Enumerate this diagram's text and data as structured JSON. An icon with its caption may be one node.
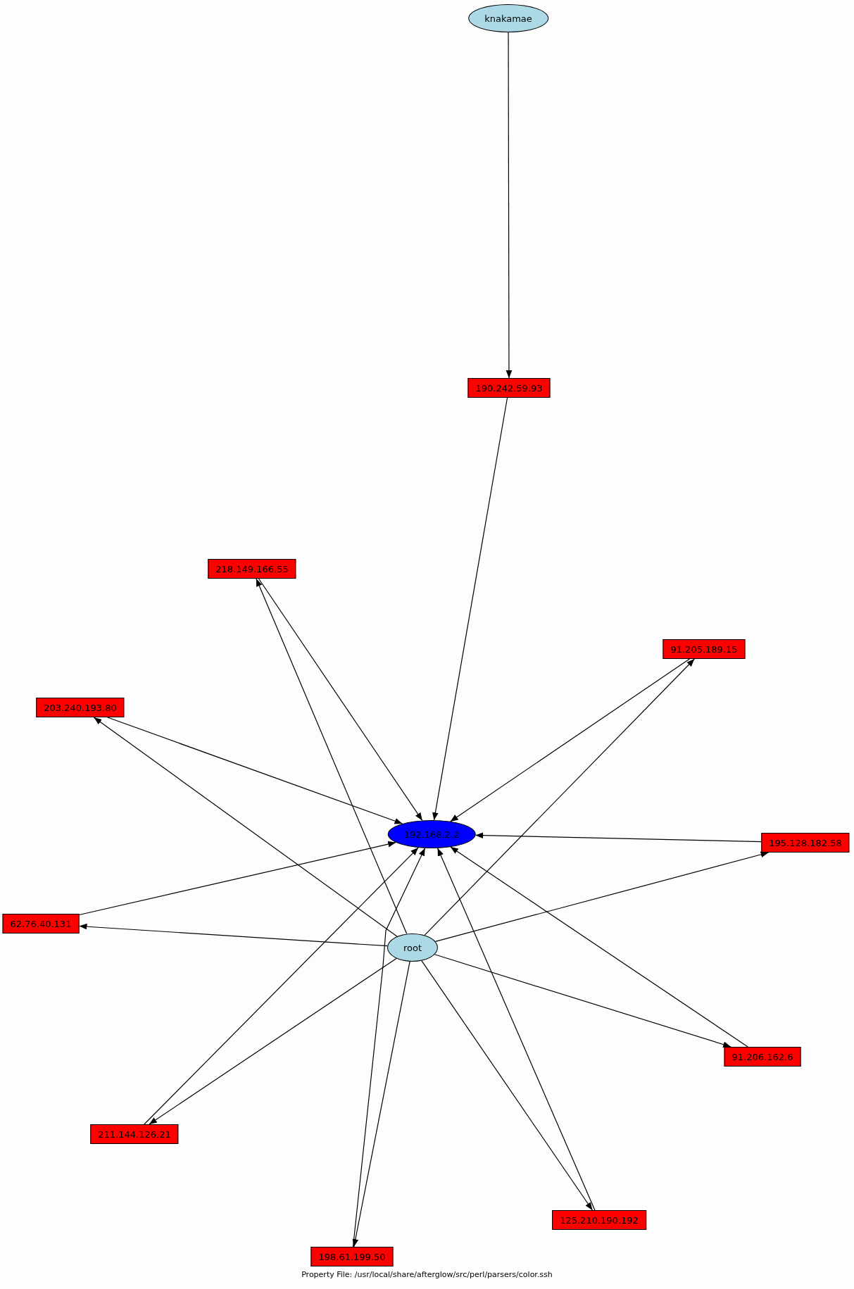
{
  "diagram": {
    "caption": "Property File: /usr/local/share/afterglow/src/perl/parsers/color.ssh",
    "nodes": [
      {
        "text": [
          "knakamae"
        ]
      },
      {
        "text": [
          "190.242.59.93"
        ]
      },
      {
        "text": [
          "218.149.166.55"
        ]
      },
      {
        "text": [
          "91.205.189.15"
        ]
      },
      {
        "text": [
          "203.240.193.80"
        ]
      },
      {
        "text": [
          "192.168.2.2"
        ]
      },
      {
        "text": [
          "195.128.182.58"
        ]
      },
      {
        "text": [
          "62.76.40.131"
        ]
      },
      {
        "text": [
          "root"
        ]
      },
      {
        "text": [
          "91.206.162.6"
        ]
      },
      {
        "text": [
          "211.144.126.21"
        ]
      },
      {
        "text": [
          "125.210.190.192"
        ]
      },
      {
        "text": [
          "198.61.199.50"
        ]
      }
    ],
    "edges": [
      {
        "from": 0,
        "to": 1,
        "arrow": "to"
      },
      {
        "from": 1,
        "to": 5,
        "arrow": "to"
      },
      {
        "from": 8,
        "to": 2,
        "arrow": "to"
      },
      {
        "from": 2,
        "to": 5,
        "arrow": "to"
      },
      {
        "from": 8,
        "to": 3,
        "arrow": "to"
      },
      {
        "from": 3,
        "to": 5,
        "arrow": "to"
      },
      {
        "from": 8,
        "to": 4,
        "arrow": "to"
      },
      {
        "from": 4,
        "to": 5,
        "arrow": "to"
      },
      {
        "from": 6,
        "to": 5,
        "arrow": "to"
      },
      {
        "from": 8,
        "to": 6,
        "arrow": "to"
      },
      {
        "from": 8,
        "to": 7,
        "arrow": "to"
      },
      {
        "from": 7,
        "to": 5,
        "arrow": "to"
      },
      {
        "from": 8,
        "to": 9,
        "arrow": "to"
      },
      {
        "from": 9,
        "to": 5,
        "arrow": "to"
      },
      {
        "from": 8,
        "to": 10,
        "arrow": "to"
      },
      {
        "from": 10,
        "to": 5,
        "arrow": "to"
      },
      {
        "from": 8,
        "to": 11,
        "arrow": "to"
      },
      {
        "from": 11,
        "to": 5,
        "arrow": "to"
      },
      {
        "from": 8,
        "to": 12,
        "arrow": "to"
      },
      {
        "from": 12,
        "to": 5,
        "arrow": "to"
      }
    ]
  }
}
